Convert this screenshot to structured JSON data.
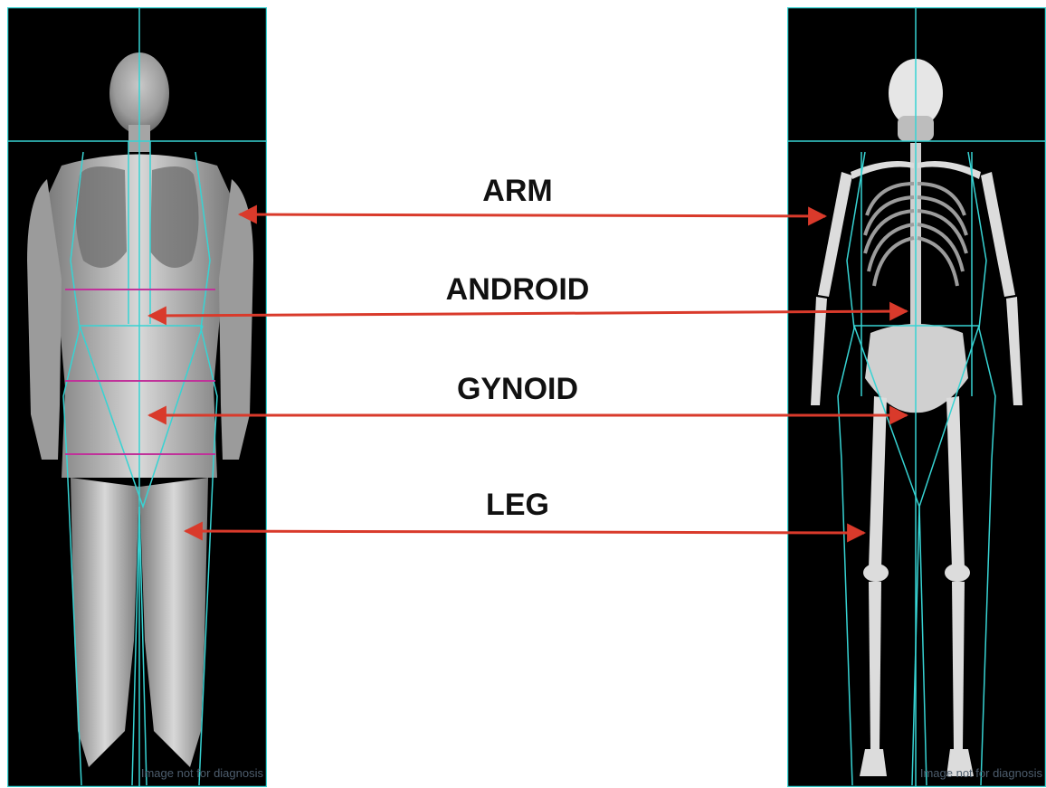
{
  "panels": {
    "soft_tissue": {
      "disclaimer": "Image not for diagnosis"
    },
    "bone": {
      "disclaimer": "Image not for diagnosis"
    }
  },
  "regions": [
    {
      "id": "arm",
      "label": "ARM"
    },
    {
      "id": "android",
      "label": "ANDROID"
    },
    {
      "id": "gynoid",
      "label": "GYNOID"
    },
    {
      "id": "leg",
      "label": "LEG"
    }
  ],
  "colors": {
    "region_lines": "#37d3d3",
    "subregion_lines": "#c0329a",
    "arrow": "#d93a2b",
    "scan_background": "#000000"
  }
}
